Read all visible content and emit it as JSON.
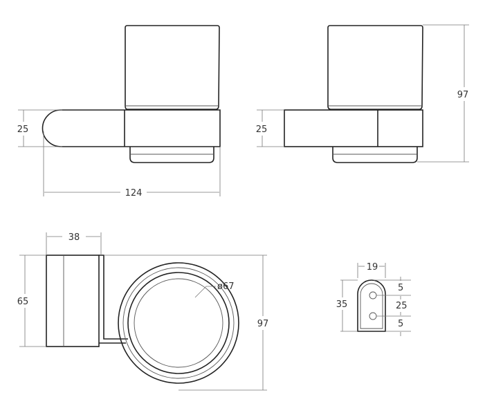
{
  "dimensions": {
    "front_height": "25",
    "front_width": "124",
    "side_height": "25",
    "side_total_height": "97",
    "top_arm_width": "38",
    "top_plate_height": "65",
    "top_cup_diameter": "ø67",
    "top_total_depth": "97",
    "plate_width": "19",
    "plate_height": "35",
    "plate_top_offset": "5",
    "plate_hole_spacing": "25",
    "plate_bottom_offset": "5"
  }
}
